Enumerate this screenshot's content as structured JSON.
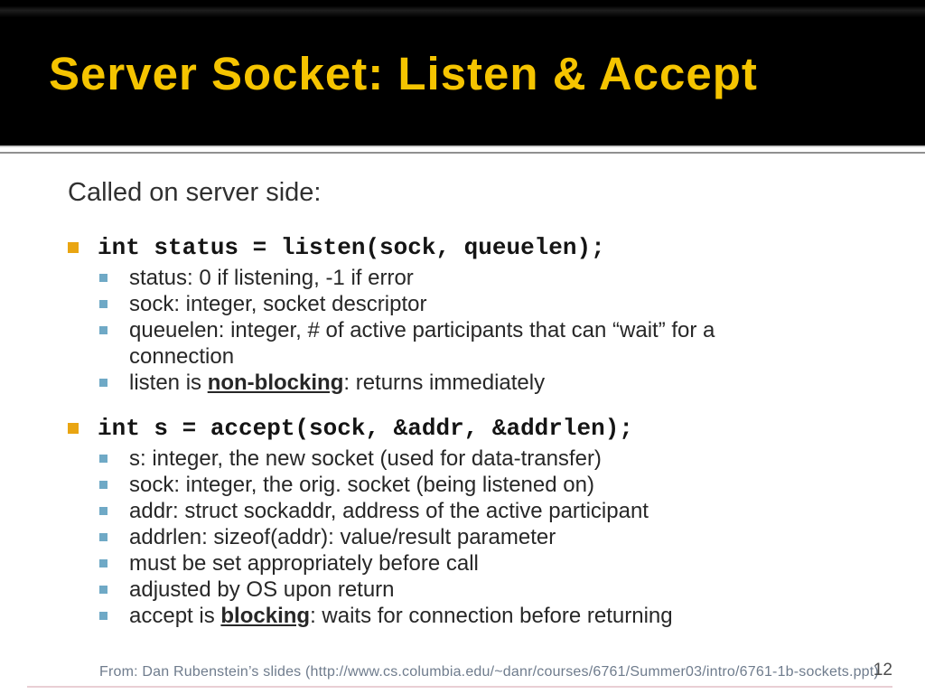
{
  "slide": {
    "title": "Server Socket: Listen & Accept",
    "intro": "Called on server side:",
    "blocks": [
      {
        "code": "int status = listen(sock, queuelen);",
        "subitems": [
          {
            "text": "status: 0 if listening, -1 if error"
          },
          {
            "text": "sock: integer, socket descriptor"
          },
          {
            "lines": [
              "queuelen: integer, # of active participants that can “wait” for a",
              "connection"
            ]
          },
          {
            "prefix": "listen is ",
            "emphasis": "non-blocking",
            "suffix": ": returns immediately"
          }
        ]
      },
      {
        "code": "int s = accept(sock, &addr, &addrlen);",
        "subitems": [
          {
            "text": "s: integer, the new socket (used for data-transfer)"
          },
          {
            "text": "sock: integer, the orig. socket (being listened on)"
          },
          {
            "text": "addr: struct sockaddr, address of the active participant"
          },
          {
            "text": "addrlen: sizeof(addr): value/result parameter"
          },
          {
            "text": "must be set appropriately before call"
          },
          {
            "text": "adjusted by OS upon return"
          },
          {
            "prefix": "accept is ",
            "emphasis": "blocking",
            "suffix": ": waits for connection before returning"
          }
        ]
      }
    ],
    "footer": {
      "source": "From: Dan Rubenstein’s slides (http://www.cs.columbia.edu/~danr/courses/6761/Summer03/intro/6761-1b-sockets.ppt)",
      "page_number": "12"
    },
    "colors": {
      "title_text": "#F5C400",
      "header_bg": "#000000",
      "level1_bullet": "#E9A512",
      "level2_bullet": "#6FA9C6",
      "body_text": "#272727",
      "footer_text": "#6F7C8D",
      "page_number": "#4D4D4D",
      "bottom_rule": "#E9CED4"
    }
  }
}
